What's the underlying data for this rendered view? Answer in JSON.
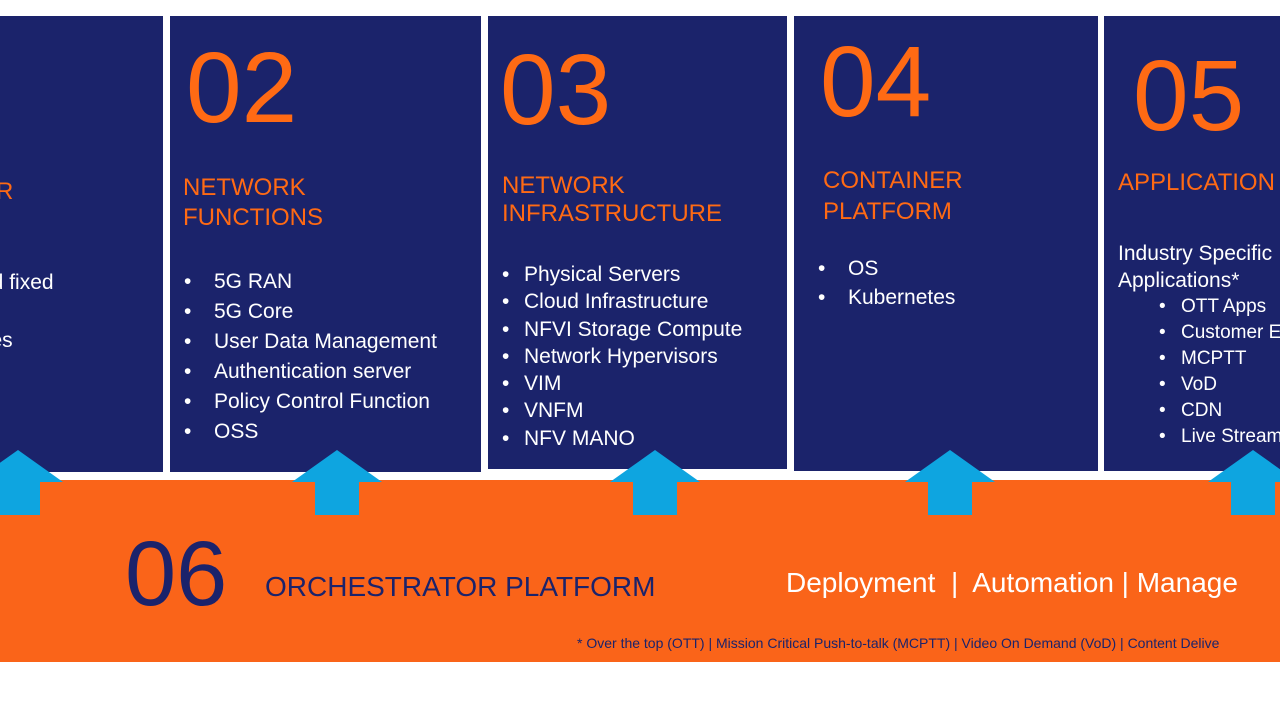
{
  "colors": {
    "panel": "#1b236b",
    "accent": "#ff6a14",
    "band": "#fa6419",
    "arrow": "#0ea5e0",
    "text_light": "#ffffff"
  },
  "panels": [
    {
      "number": "",
      "title_lines": [
        "ER",
        "S"
      ],
      "items": [
        "nd fixed",
        "",
        "ces"
      ]
    },
    {
      "number": "02",
      "title_lines": [
        "NETWORK",
        "FUNCTIONS"
      ],
      "items": [
        "5G RAN",
        "5G Core",
        "User Data Management",
        "Authentication server",
        "Policy Control Function",
        "OSS"
      ]
    },
    {
      "number": "03",
      "title_lines": [
        "NETWORK",
        "INFRASTRUCTURE"
      ],
      "items": [
        "Physical Servers",
        "Cloud Infrastructure",
        "NFVI Storage Compute",
        "Network Hypervisors",
        "VIM",
        "VNFM",
        "NFV MANO"
      ]
    },
    {
      "number": "04",
      "title_lines": [
        "CONTAINER",
        "PLATFORM"
      ],
      "items": [
        "OS",
        "Kubernetes"
      ]
    },
    {
      "number": "05",
      "title_lines": [
        "APPLICATION"
      ],
      "intro_lines": [
        "Industry Specific",
        "Applications*"
      ],
      "items": [
        "OTT Apps",
        "Customer E",
        "MCPTT",
        "VoD",
        "CDN",
        "Live Stream"
      ]
    }
  ],
  "orchestrator": {
    "number": "06",
    "title": "ORCHESTRATOR PLATFORM",
    "tags": "Deployment  |  Automation | Manage"
  },
  "footnote": "* Over the top (OTT) | Mission Critical Push-to-talk (MCPTT) | Video On Demand (VoD) | Content Delive"
}
